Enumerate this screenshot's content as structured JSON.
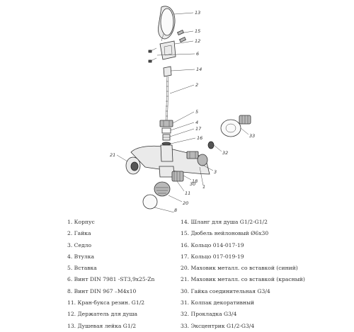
{
  "callouts": [
    "13",
    "15",
    "12",
    "6",
    "14",
    "2",
    "5",
    "4",
    "17",
    "16",
    "33",
    "21",
    "32",
    "3",
    "18",
    "30",
    "1",
    "11",
    "20",
    "8"
  ],
  "parts_left": [
    "1. Корпус",
    "2. Гайка",
    "3. Седло",
    "4. Втулка",
    "5. Вставка",
    "6. Винт DIN 7981 -ST3,9x25-Zn",
    "8. Винт DIN 967 –M4x10",
    "11. Кран-букса резин. G1/2",
    "12. Держатель для душа",
    "13. Душевая лейка G1/2"
  ],
  "parts_right": [
    "14. Шланг для душа G1/2-G1/2",
    "15. Дюбель нейлоновый Ø6x30",
    "16. Кольцо 014-017-19",
    "17. Кольцо 017-019-19",
    "20. Маховик металл. со вставкой (синий)",
    "21. Маховик металл. со вставкой (красный)",
    "30. Гайка соединительная G3/4",
    "31. Колпак декоративный",
    "32. Прокладка G3/4",
    "33. Эксцентрик G1/2-G3/4"
  ]
}
